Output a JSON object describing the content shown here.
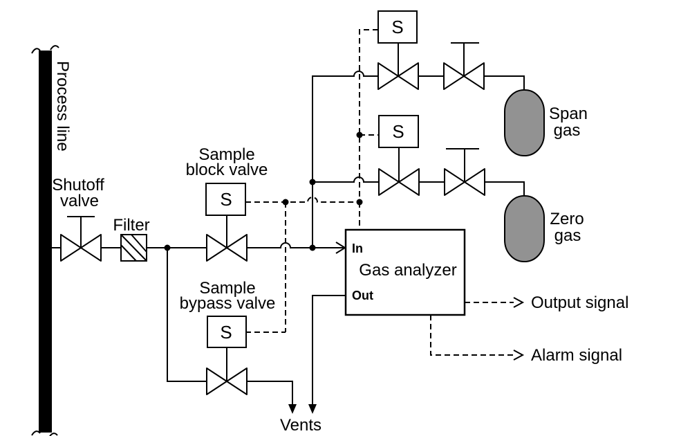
{
  "colors": {
    "background": "#ffffff",
    "line": "#000000",
    "analyzer_fill": "#d1ab7c",
    "cylinder_fill": "#929292"
  },
  "labels": {
    "process_line": "Process line",
    "shutoff_valve": [
      "Shutoff",
      "valve"
    ],
    "filter": "Filter",
    "sample_block_valve": [
      "Sample",
      "block valve"
    ],
    "sample_bypass_valve": [
      "Sample",
      "bypass valve"
    ],
    "vents": "Vents",
    "span_gas": [
      "Span",
      "gas"
    ],
    "zero_gas": [
      "Zero",
      "gas"
    ]
  },
  "solenoid": {
    "symbol": "S"
  },
  "analyzer": {
    "name": "Gas analyzer",
    "in_port": "In",
    "out_port": "Out"
  },
  "signals": {
    "output": "Output signal",
    "alarm": "Alarm signal"
  }
}
